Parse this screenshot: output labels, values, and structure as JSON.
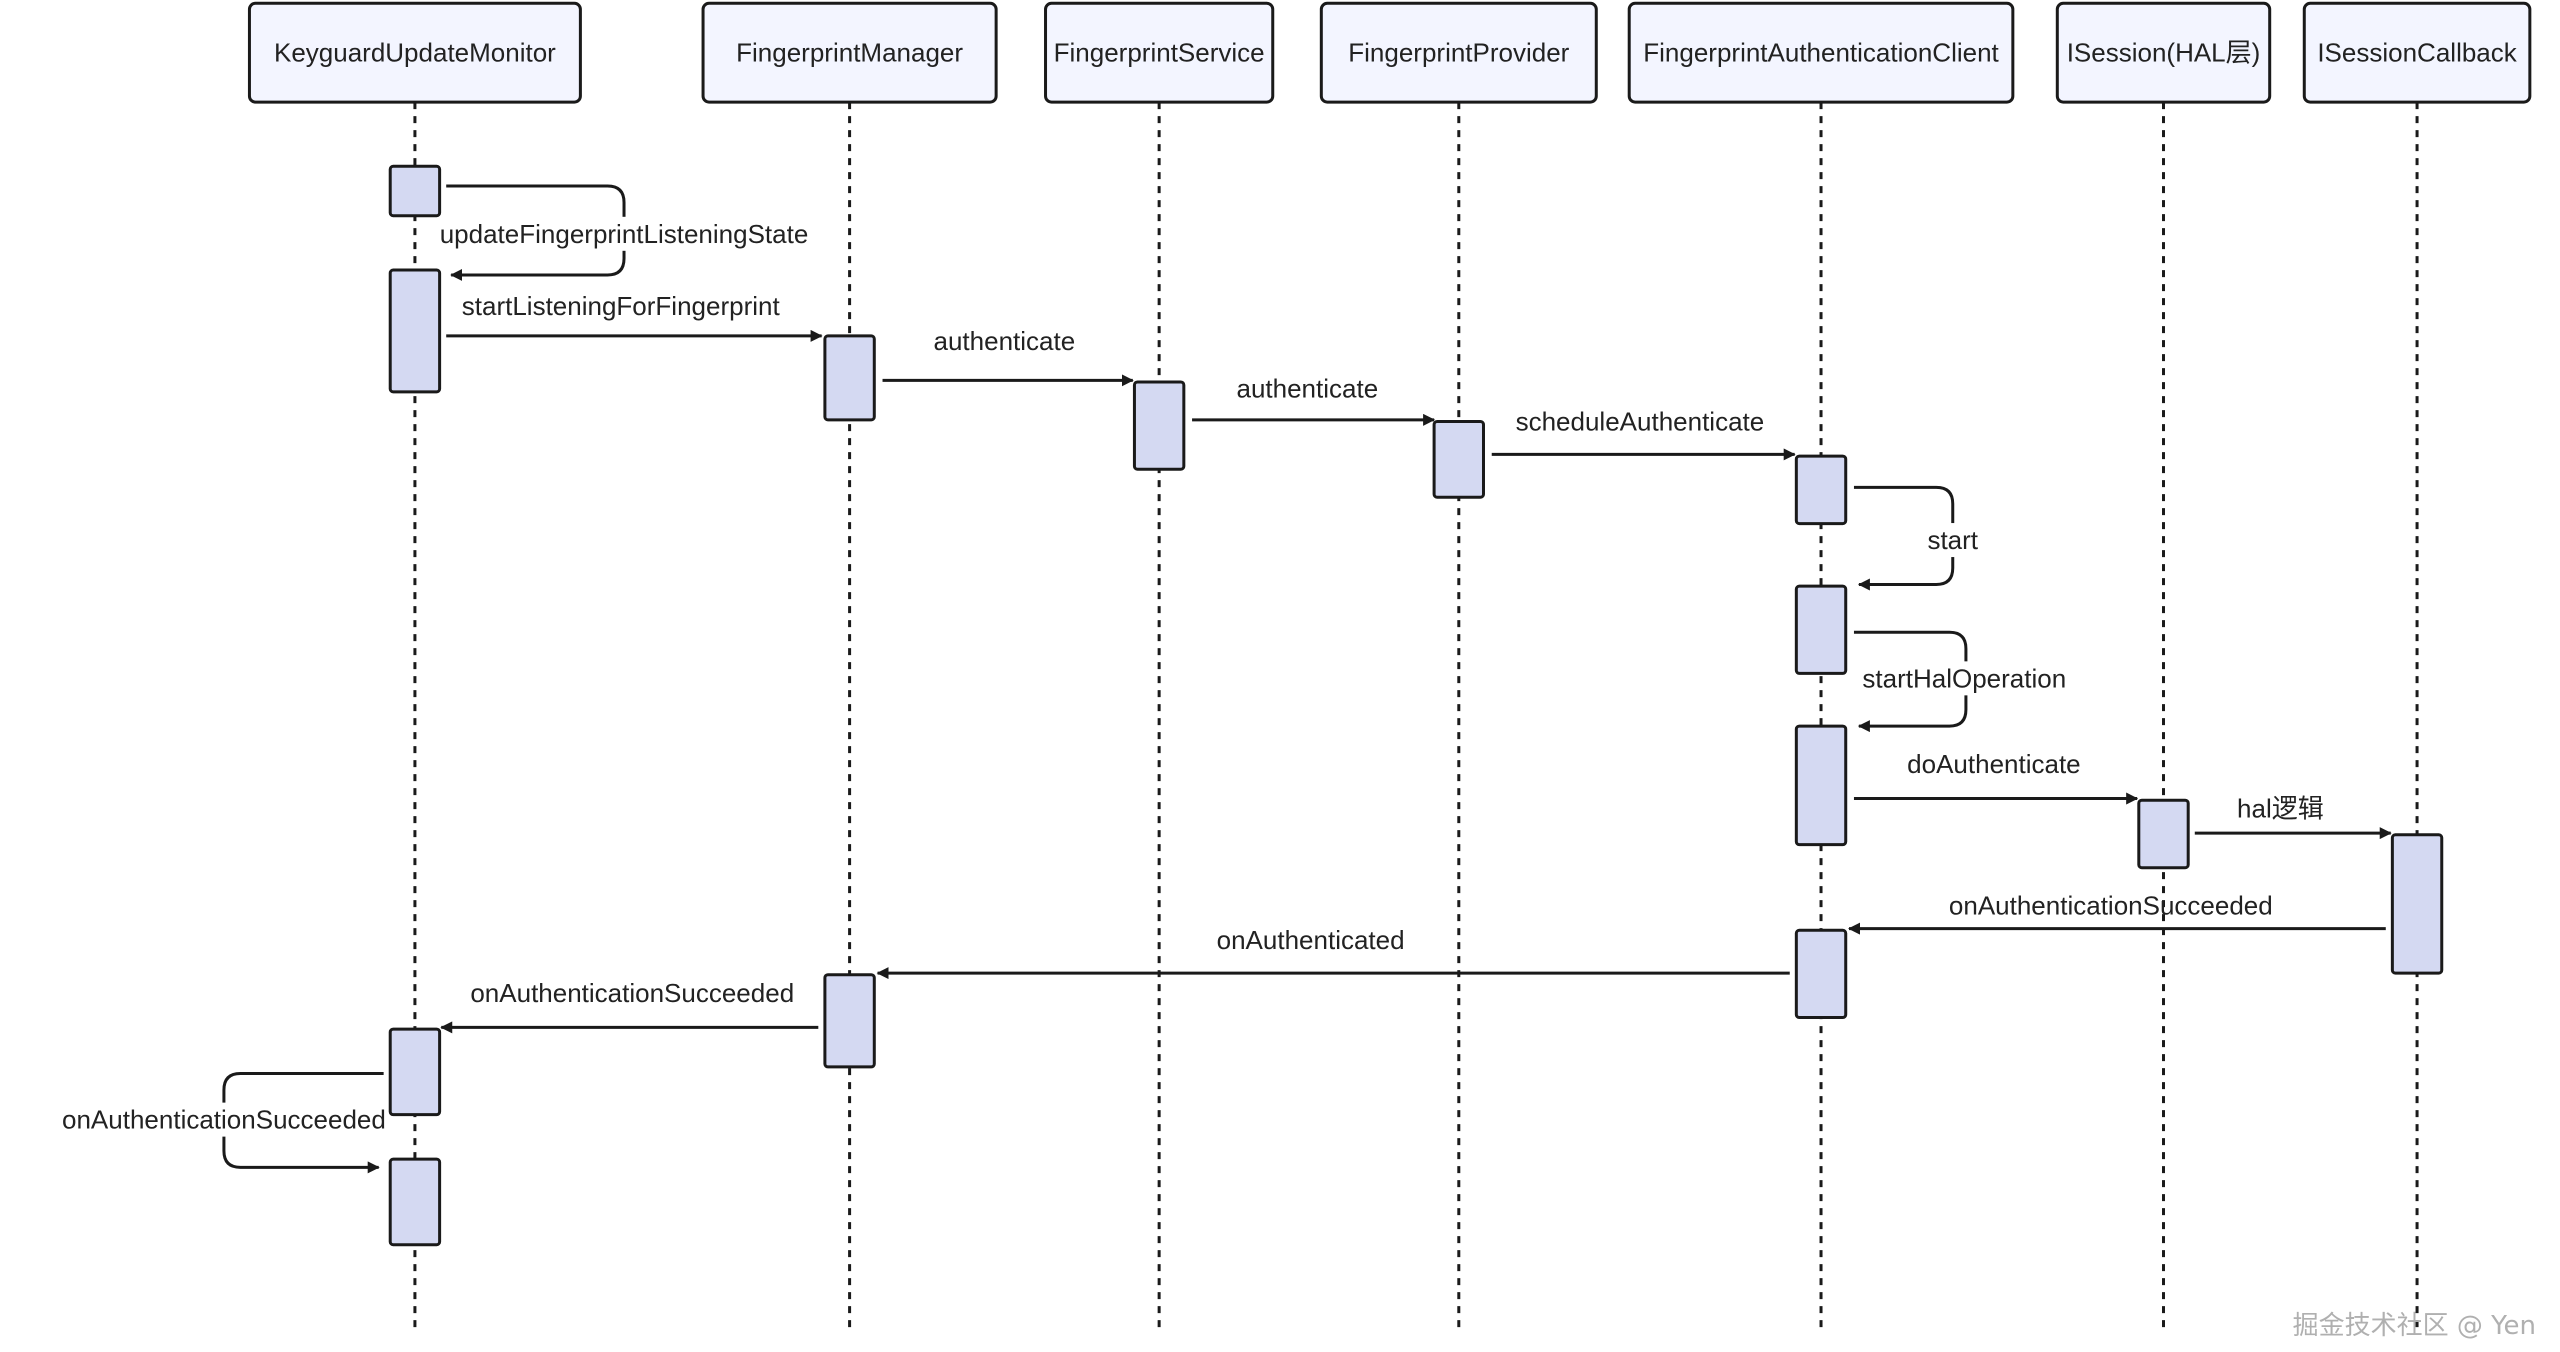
{
  "lanes": [
    {
      "id": "kum",
      "label": "KeyguardUpdateMonitor"
    },
    {
      "id": "fm",
      "label": "FingerprintManager"
    },
    {
      "id": "fs",
      "label": "FingerprintService"
    },
    {
      "id": "fp",
      "label": "FingerprintProvider"
    },
    {
      "id": "fac",
      "label": "FingerprintAuthenticationClient"
    },
    {
      "id": "hal",
      "label": "ISession(HAL层)"
    },
    {
      "id": "cb",
      "label": "ISessionCallback"
    }
  ],
  "messages": [
    {
      "id": "m1",
      "from": "kum",
      "to": "kum",
      "label": "updateFingerprintListeningState"
    },
    {
      "id": "m2",
      "from": "kum",
      "to": "fm",
      "label": "startListeningForFingerprint"
    },
    {
      "id": "m3",
      "from": "fm",
      "to": "fs",
      "label": "authenticate"
    },
    {
      "id": "m4",
      "from": "fs",
      "to": "fp",
      "label": "authenticate"
    },
    {
      "id": "m5",
      "from": "fp",
      "to": "fac",
      "label": "scheduleAuthenticate"
    },
    {
      "id": "m6",
      "from": "fac",
      "to": "fac",
      "label": "start"
    },
    {
      "id": "m7",
      "from": "fac",
      "to": "fac",
      "label": "startHalOperation"
    },
    {
      "id": "m8",
      "from": "fac",
      "to": "hal",
      "label": "doAuthenticate"
    },
    {
      "id": "m9",
      "from": "hal",
      "to": "cb",
      "label": "hal逻辑"
    },
    {
      "id": "m10",
      "from": "cb",
      "to": "fac",
      "label": "onAuthenticationSucceeded"
    },
    {
      "id": "m11",
      "from": "fac",
      "to": "fm",
      "label": "onAuthenticated"
    },
    {
      "id": "m12",
      "from": "fm",
      "to": "kum",
      "label": "onAuthenticationSucceeded"
    },
    {
      "id": "m13",
      "from": "kum",
      "to": "kum",
      "label": "onAuthenticationSucceeded"
    }
  ],
  "watermark": "掘金技术社区 @ Yen",
  "colors": {
    "lane_fill": "#f3f5ff",
    "activation_fill": "#d4d9f2",
    "stroke": "#1a1a1a"
  }
}
